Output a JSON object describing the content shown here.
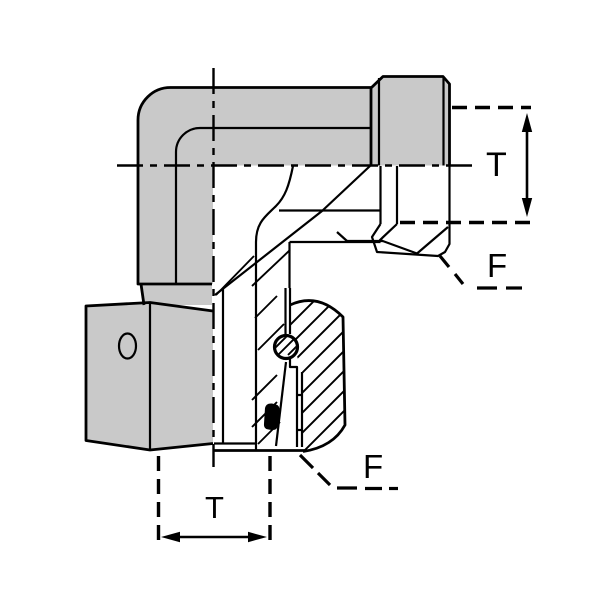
{
  "diagram": {
    "kind": "elbow-fitting-cross-section",
    "labels": {
      "dim_right_T": "T",
      "dim_bottom_T": "T",
      "callout_right_F": "F",
      "callout_bottom_F": "F"
    },
    "colors": {
      "body_fill": "#c9c9c9",
      "line": "#000000",
      "background": "#ffffff"
    }
  }
}
